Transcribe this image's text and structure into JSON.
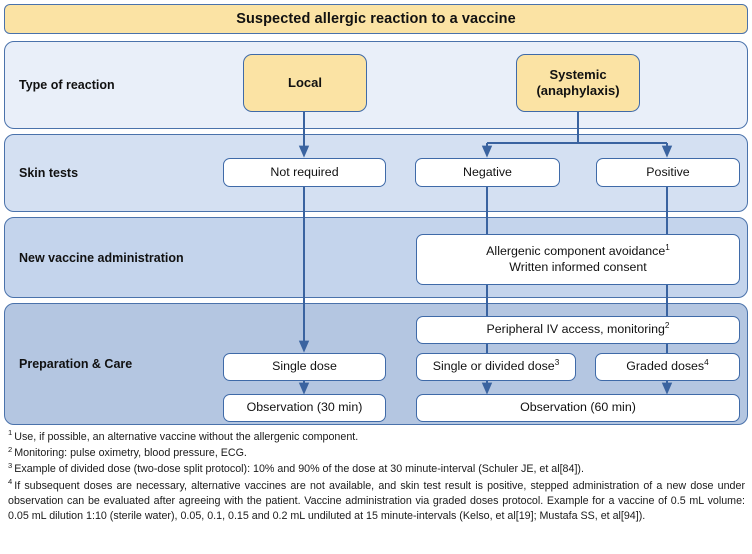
{
  "header": {
    "title": "Suspected allergic reaction to a vaccine"
  },
  "rows": [
    {
      "label": "Type of reaction"
    },
    {
      "label": "Skin tests"
    },
    {
      "label": "New vaccine administration"
    },
    {
      "label": "Preparation & Care"
    }
  ],
  "nodes": {
    "local": "Local",
    "systemic_line1": "Systemic",
    "systemic_line2": "(anaphylaxis)",
    "not_required": "Not required",
    "negative": "Negative",
    "positive": "Positive",
    "avoidance_line1": "Allergenic component avoidance",
    "avoidance_sup": "1",
    "avoidance_line2": "Written informed consent",
    "peripheral_iv": "Peripheral IV access, monitoring",
    "peripheral_iv_sup": "2",
    "single_dose": "Single dose",
    "single_or_divided": "Single or divided dose",
    "single_or_divided_sup": "3",
    "graded_doses": "Graded doses",
    "graded_doses_sup": "4",
    "observation_30": "Observation (30 min)",
    "observation_60": "Observation (60 min)"
  },
  "footnotes": [
    {
      "marker": "1",
      "text": "Use, if possible, an alternative vaccine without the allergenic component."
    },
    {
      "marker": "2",
      "text": "Monitoring: pulse oximetry, blood pressure, ECG."
    },
    {
      "marker": "3",
      "text": "Example of divided dose (two-dose split protocol): 10% and 90% of the dose at 30 minute-interval (Schuler JE, et al[84])."
    },
    {
      "marker": "4",
      "text": "If subsequent doses are necessary, alternative vaccines are not available, and skin test result is positive, stepped administration of a new dose under observation can be evaluated after agreeing with the patient. Vaccine administration via graded doses protocol. Example for a vaccine of 0.5 mL volume: 0.05 mL dilution 1:10 (sterile water), 0.05, 0.1, 0.15 and 0.2 mL undiluted at 15 minute-intervals (Kelso, et al[19]; Mustafa SS, et al[94])."
    }
  ],
  "colors": {
    "border": "#3f6aa8",
    "accent_yellow": "#fbe3a4",
    "band1": "#e9eff9",
    "band2": "#d4e0f2",
    "band3": "#c4d4ec",
    "band4": "#b4c6e1",
    "wire": "#3a63a0"
  }
}
